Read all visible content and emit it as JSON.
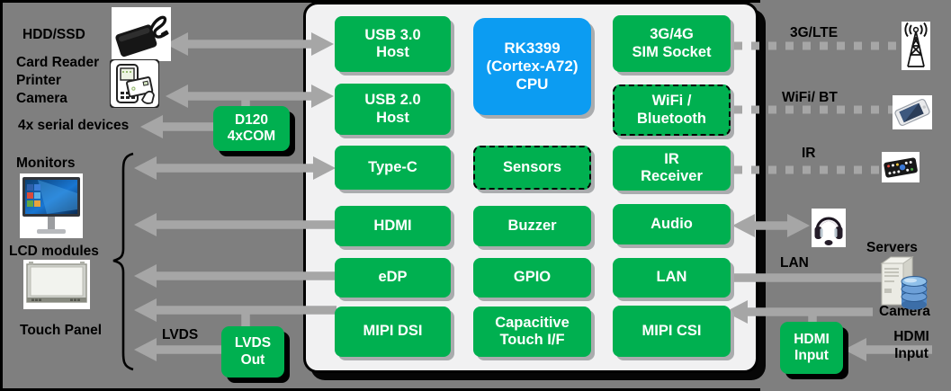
{
  "colors": {
    "green": "#00B050",
    "blue": "#0C9CF2",
    "background": "#7F7F7F",
    "arrow_gray": "#A6A6A6",
    "box_fill": "#F1F1F2"
  },
  "soc_box": {
    "usb3_host": "USB 3.0\nHost",
    "usb2_host": "USB 2.0\nHost",
    "type_c": "Type-C",
    "hdmi": "HDMI",
    "edp": "eDP",
    "mipi_dsi": "MIPI DSI",
    "cpu": "RK3399\n(Cortex-A72)\nCPU",
    "sensors": "Sensors",
    "buzzer": "Buzzer",
    "gpio": "GPIO",
    "cap_touch": "Capacitive\nTouch I/F",
    "sim_socket": "3G/4G\nSIM Socket",
    "wifi_bluetooth": "WiFi /\nBluetooth",
    "ir_receiver": "IR\nReceiver",
    "audio": "Audio",
    "lan": "LAN",
    "mipi_csi": "MIPI CSI"
  },
  "satellite_blocks": {
    "d120": "D120\n4xCOM",
    "lvds_out": "LVDS\nOut",
    "hdmi_input": "HDMI\nInput"
  },
  "left_labels": {
    "hdd_ssd": "HDD/SSD",
    "card_reader": "Card Reader",
    "printer": "Printer",
    "camera": "Camera",
    "serial": "4x serial devices",
    "monitors": "Monitors",
    "lcd_modules": "LCD modules",
    "touch_panel": "Touch Panel",
    "lvds": "LVDS"
  },
  "right_labels": {
    "lte": "3G/LTE",
    "wifi_bt": "WiFi/ BT",
    "ir": "IR",
    "servers": "Servers",
    "lan": "LAN",
    "camera": "Camera",
    "hdmi_input": "HDMI\nInput"
  },
  "icons": {
    "hdd": "external-hdd",
    "card_reader": "card-reader-terminal",
    "monitor": "desktop-monitor",
    "lcd": "lcd-panel-module",
    "antenna": "cell-tower-antenna",
    "phone": "smartphone",
    "remote": "ir-remote-control",
    "headset": "headphones",
    "server": "server-database"
  }
}
